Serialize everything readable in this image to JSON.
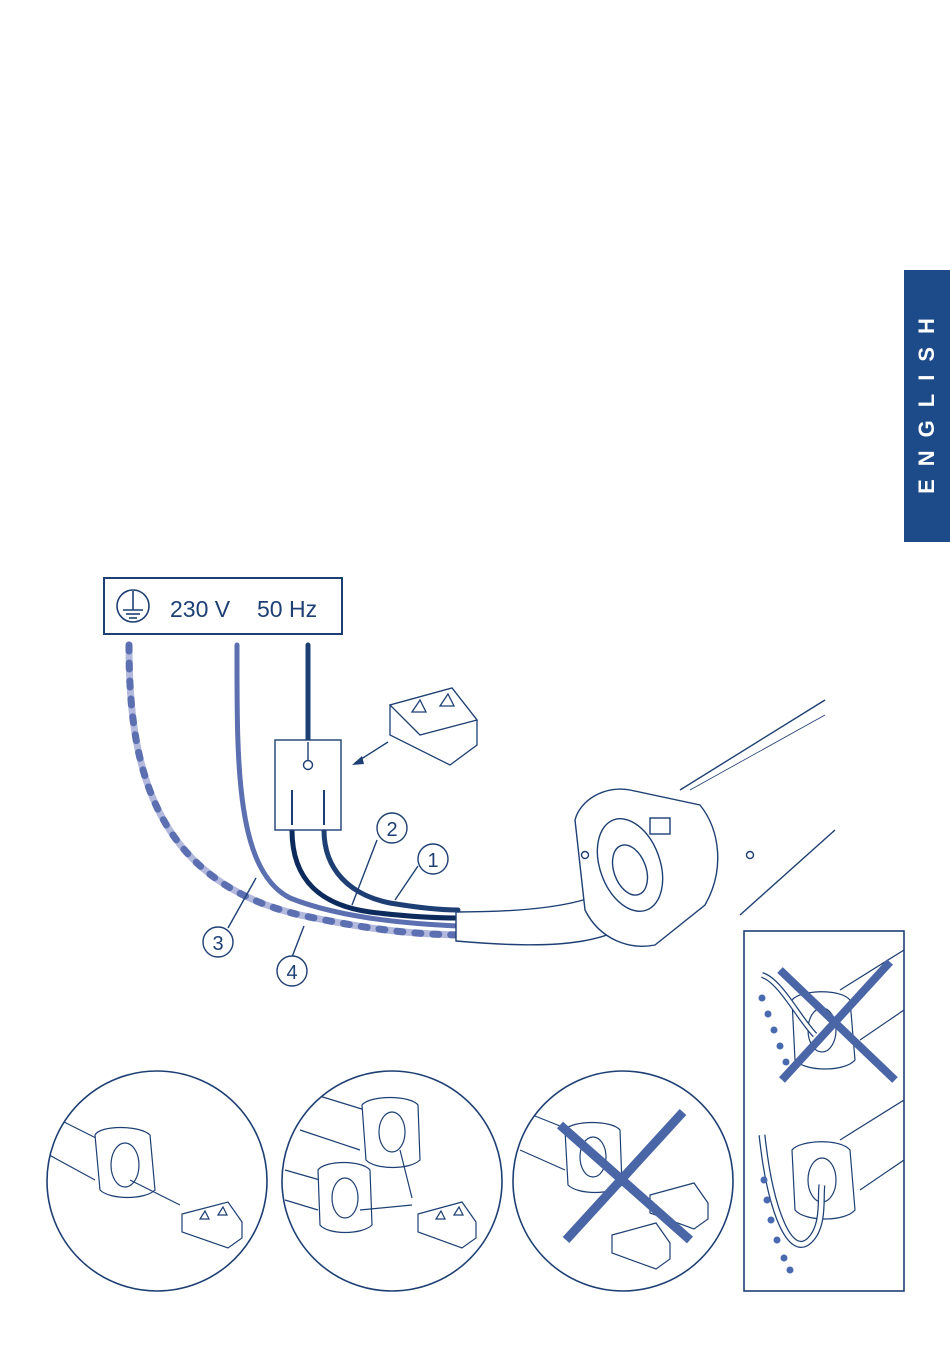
{
  "language_tab": "ENGLISH",
  "supply": {
    "voltage": "230 V",
    "frequency": "50 Hz"
  },
  "wire_labels": [
    "1",
    "2",
    "3",
    "4"
  ],
  "colors": {
    "tab": "#1d4b8a",
    "line": "#1d3f73",
    "wire_blue": "#5c6fb0",
    "wire_dark": "#0d2a5c",
    "wire_earth": "#b3b9dd",
    "wire_earth_dash": "#5c6fb0",
    "cross": "#4a66a6",
    "drip": "#4a6ab0"
  },
  "icons": [
    "earth-symbol-icon",
    "switch-icon",
    "control-button-icon",
    "motor-tube-icon",
    "prohibited-cross-icon",
    "water-drop-icon"
  ]
}
